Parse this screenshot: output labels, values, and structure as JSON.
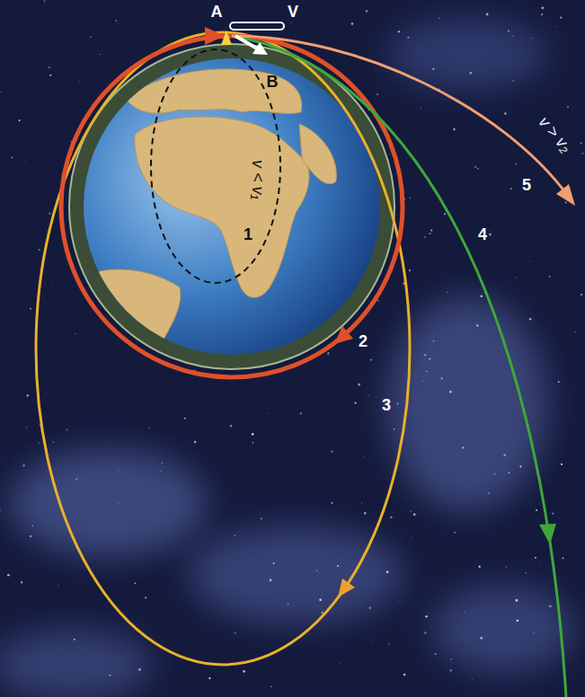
{
  "diagram": {
    "labels": [
      "A",
      "V",
      "B",
      "v > v₂",
      "5",
      "v < v₁",
      "4",
      "1",
      "2",
      "3"
    ]
  }
}
